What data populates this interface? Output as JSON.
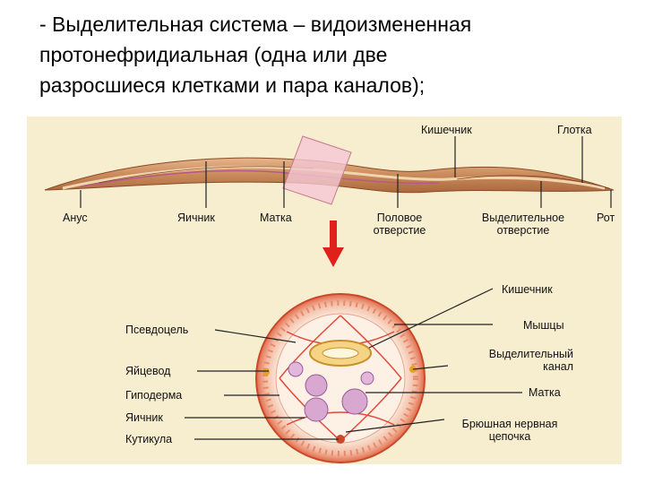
{
  "heading": {
    "line1": "- Выделительная система – видоизмененная",
    "line2": "протонефридиальная (одна или две",
    "line3": "разросшиеся клетками и пара каналов);"
  },
  "worm_labels": {
    "intestine": "Кишечник",
    "pharynx": "Глотка",
    "anus": "Анус",
    "ovary": "Яичник",
    "uterus": "Матка",
    "genital_pore_1": "Половое",
    "genital_pore_2": "отверстие",
    "excretory_pore_1": "Выделительное",
    "excretory_pore_2": "отверстие",
    "mouth": "Рот"
  },
  "section_labels": {
    "intestine": "Кишечник",
    "muscles": "Мышцы",
    "pseudocoel": "Псевдоцель",
    "excretory_canal_1": "Выделительный",
    "excretory_canal_2": "канал",
    "oviduct": "Яйцевод",
    "uterus": "Матка",
    "hypodermis": "Гиподерма",
    "ovary": "Яичник",
    "nerve_cord_1": "Брюшная нервная",
    "nerve_cord_2": "цепочка",
    "cuticle": "Кутикула"
  },
  "colors": {
    "background_panel": "#f7eed0",
    "worm_body": "#c98a5a",
    "cross_section_outer": "#e26a4a",
    "arrow": "#e0201a"
  }
}
